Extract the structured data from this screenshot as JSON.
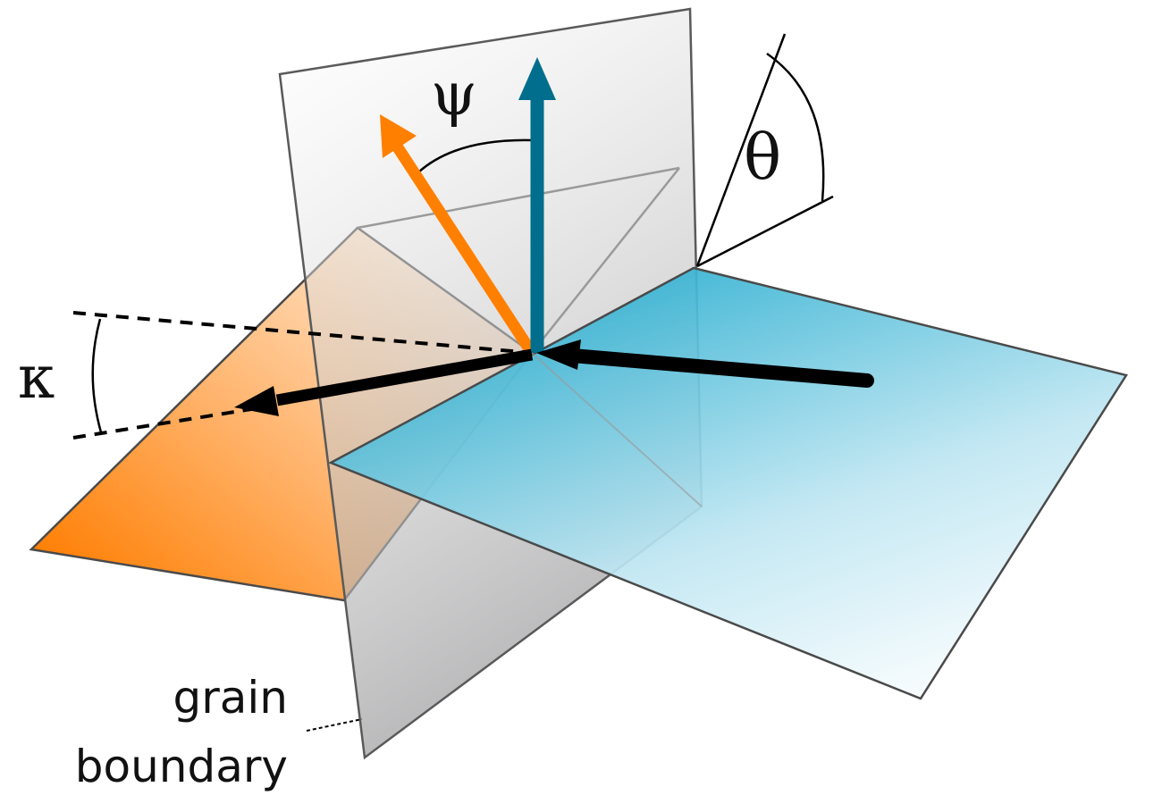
{
  "labels": {
    "psi": "ψ",
    "theta": "θ",
    "kappa": "κ",
    "grain_boundary_line1": "grain",
    "grain_boundary_line2": "boundary"
  },
  "colors": {
    "orange": "#ff8000",
    "teal": "#006e8c",
    "cyan_plane": "#2aaed0",
    "gray_plane": "#b9b9bb",
    "edge": "#4a4a4a",
    "black": "#000000"
  }
}
